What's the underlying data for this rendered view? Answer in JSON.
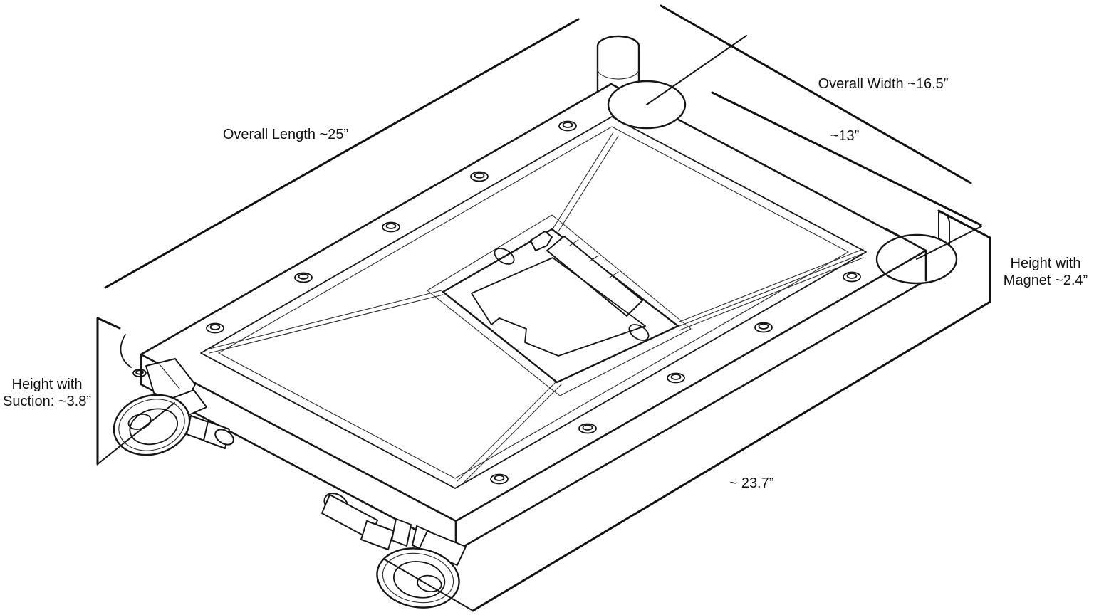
{
  "drawing": {
    "title": "isometric underside view of mounting base plate",
    "labels": {
      "overall_length": "Overall Length ~25”",
      "overall_width": "Overall Width ~16.5”",
      "inner_width": "~13”",
      "height_magnet_line1": "Height with",
      "height_magnet_line2": "Magnet ~2.4”",
      "height_suction_line1": "Height with",
      "height_suction_line2": "Suction: ~3.8”",
      "bottom_length": "~ 23.7”"
    },
    "dimensions": {
      "overall_length_in": "~25”",
      "overall_width_in": "~16.5”",
      "inner_width_in": "~13”",
      "height_with_magnet_in": "~2.4”",
      "height_with_suction_in": "~3.8”",
      "bottom_edge_length_in": "~23.7”"
    },
    "colors": {
      "line": "#161616",
      "text": "#111111",
      "background": "#ffffff"
    }
  }
}
